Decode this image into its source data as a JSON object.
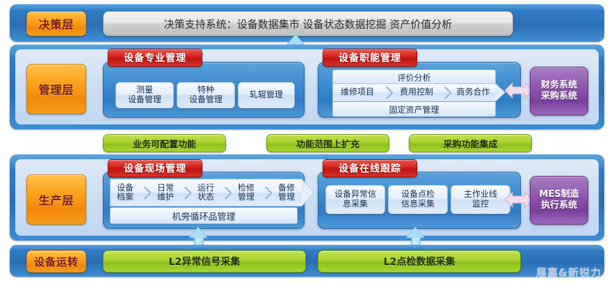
{
  "diagram": {
    "title_watermark": "展嘉&新锐力",
    "colors": {
      "band_blue": "#2f7cc4",
      "layer_badge_orange": "#f1870a",
      "module_title_red": "#bc1410",
      "green_bar": "#8dc21a",
      "external_purple": "#7c3f9c",
      "arrow_blue": "#a9dcf5",
      "arrow_pink": "#f0d6ef"
    },
    "layers": [
      {
        "badge": "决策层",
        "bar": "决策支持系统：设备数据集市  设备状态数据挖掘  资产价值分析"
      },
      {
        "badge": "管理层",
        "modules": [
          {
            "title": "设备专业管理",
            "tiles": [
              "测量\n设备管理",
              "特种\n设备管理",
              "轧辊管理"
            ]
          },
          {
            "title": "设备职能管理",
            "top_bar": "评价分析",
            "chevrons": [
              "维修项目",
              "费用控制",
              "商务合作"
            ],
            "bottom_bar": "固定资产管理"
          }
        ],
        "external": "财务系统\n采购系统"
      },
      {
        "badge": "生产层",
        "modules": [
          {
            "title": "设备现场管理",
            "chevrons": [
              "设备\n档案",
              "日常\n维护",
              "运行\n状态",
              "检修\n管理",
              "备修\n管理"
            ],
            "bottom_bar": "机旁循环品管理"
          },
          {
            "title": "设备在线跟踪",
            "tiles": [
              "设备异常信\n息采集",
              "设备点检\n信息采集",
              "主作业线\n监控"
            ]
          }
        ],
        "external": "MES制造\n执行系统"
      },
      {
        "badge": "设备运转",
        "green_bars": [
          "L2异常信号采集",
          "L2点检数据采集"
        ]
      }
    ],
    "middle_green_bars": [
      "业务可配置功能",
      "功能范围上扩充",
      "采购功能集成"
    ]
  }
}
